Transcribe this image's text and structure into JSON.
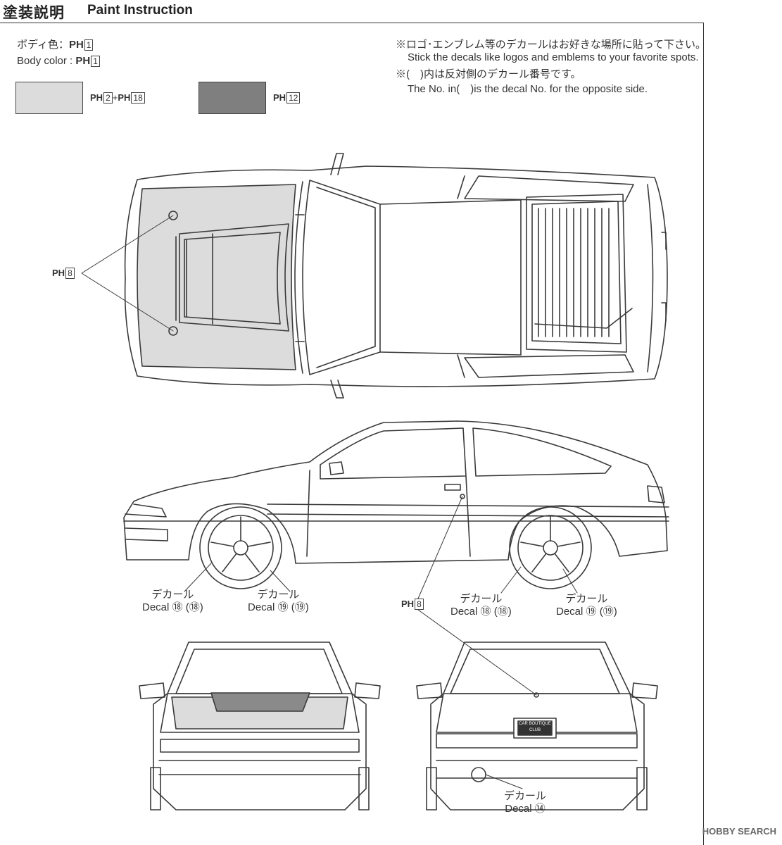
{
  "header": {
    "title_jp": "塗装説明",
    "title_en": "Paint Instruction"
  },
  "body_color": {
    "jp": "ボディ色：",
    "en": "Body color :",
    "code": "PH",
    "num": "1"
  },
  "swatches": [
    {
      "color": "#dcdcdc",
      "code1": "PH",
      "num1": "2",
      "plus": "+",
      "code2": "PH",
      "num2": "18"
    },
    {
      "color": "#7f7f7f",
      "code": "PH",
      "num": "12"
    }
  ],
  "notes": {
    "line1_jp": "※ロゴ･エンブレム等のデカールはお好きな場所に貼って下さい。",
    "line1_en": "Stick the decals like logos and emblems to your favorite spots.",
    "line2_jp": "※(　)内は反対側のデカール番号です。",
    "line2_en": "The No. in(　)is the decal No. for the opposite side."
  },
  "callouts": {
    "top_hood": {
      "code": "PH",
      "num": "8"
    },
    "side_door": {
      "code": "PH",
      "num": "8"
    },
    "decal_front_1": {
      "jp": "デカール",
      "en": "Decal",
      "num": "⑱",
      "opp": "(⑱)"
    },
    "decal_front_2": {
      "jp": "デカール",
      "en": "Decal",
      "num": "⑲",
      "opp": "(⑲)"
    },
    "decal_rear_1": {
      "jp": "デカール",
      "en": "Decal",
      "num": "⑱",
      "opp": "(⑱)"
    },
    "decal_rear_2": {
      "jp": "デカール",
      "en": "Decal",
      "num": "⑲",
      "opp": "(⑲)"
    },
    "decal_back": {
      "jp": "デカール",
      "en": "Decal",
      "num": "⑭"
    }
  },
  "plate": {
    "line1": "CAR BOUTIQUE",
    "line2": "CLUB"
  },
  "watermark": "HOBBY SEARCH",
  "colors": {
    "light_gray": "#dcdcdc",
    "dark_gray": "#7f7f7f",
    "line": "#3a3a3a"
  }
}
